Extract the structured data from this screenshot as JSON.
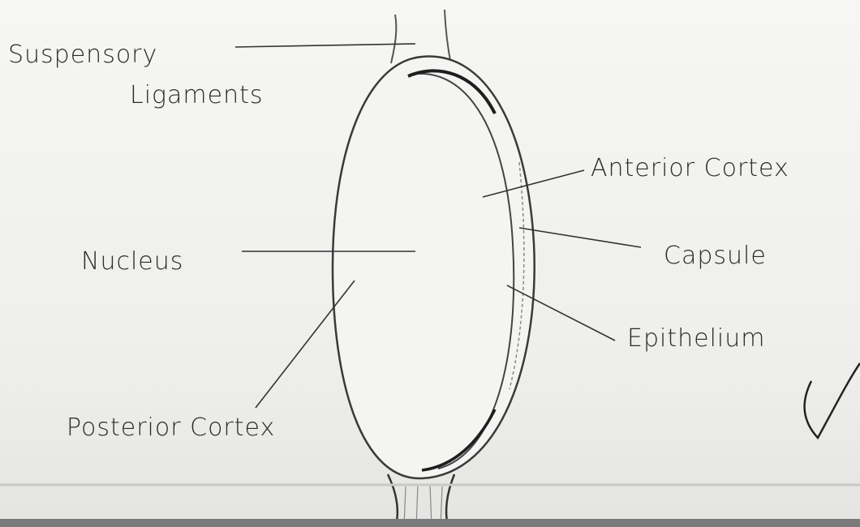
{
  "labels": {
    "suspensory_line1": "Suspensory",
    "suspensory_line2": "Ligaments",
    "anterior_cortex": "Anterior Cortex",
    "nucleus": "Nucleus",
    "capsule": "Capsule",
    "epithelium": "Epithelium",
    "posterior_cortex": "Posterior Cortex"
  },
  "colors": {
    "ink": "#2b2b2b",
    "paper": "#f2f2f0"
  },
  "icons": [
    "checkmark-icon"
  ]
}
